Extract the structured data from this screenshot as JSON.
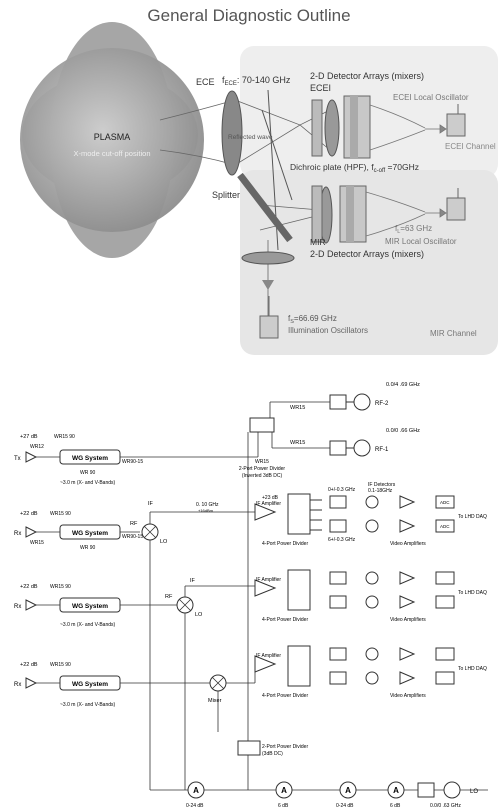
{
  "title": "General Diagnostic Outline",
  "top": {
    "plasma": "PLASMA",
    "xmode": "X-mode cut-off position",
    "ece": "ECE",
    "fece": "f",
    "fece_sub": "ECE",
    "fece_range": ": 70-140 GHz",
    "det1": "2-D Detector Arrays (mixers)",
    "ecei": "ECEI",
    "ecei_lo": "ECEI Local Oscillator",
    "ecei_channel": "ECEI Channel",
    "reflected": "Reflected wave",
    "dichroic": "Dichroic plate (HPF), f",
    "dichroic_sub": "c-off",
    "dichroic_val": " =70GHz",
    "splitter": "Splitter",
    "fl": "f",
    "fl_sub": "L",
    "fl_val": "=63 GHz",
    "mir_lo": "MIR Local Oscillator",
    "mir": "MIR",
    "det2": "2-D Detector Arrays (mixers)",
    "fs": "f",
    "fs_sub": "S",
    "fs_val": "=66.69 GHz",
    "illum": "Illumination Oscillators",
    "mir_channel": "MIR Channel"
  },
  "bottom": {
    "rf2_freq": "0.0/4 .69 GHz",
    "rf2": "RF-2",
    "rf1_freq": "0.0/0 .66 GHz",
    "rf1": "RF-1",
    "wr15a": "WR15",
    "wr15b": "WR15",
    "pd_top_1": "2-Port Power Divider",
    "pd_top_2": "(Inverted 3dB DC)",
    "wr15c": "WR15",
    "row1_gain": "+27 dB",
    "row1_wg1": "WR15 90",
    "row1_wg2": "WR12",
    "tx": "Tx",
    "wg_system": "WG System",
    "wr_60_a": "WR 90",
    "wr90_15_a": "WR90-15",
    "dist_a": "~3.0 m (X- and V-Bands)",
    "row2_gain": "+22 dB",
    "row2_wg": "WR15 90",
    "rx": "Rx",
    "wr15_r2": "WR15",
    "wr_60_b": "WR 90",
    "wr90_15_b": "WR90-15",
    "rf_label": "RF",
    "lo_label": "LO",
    "if_label": "IF",
    "if_range_1": "0. 10 GHz",
    "if_range_1b": "+16dBm",
    "if_amp": "IF Amplifier",
    "if_amp_gain": "+23 dB",
    "pd4": "4-Port Power Divider",
    "filt_1": "0+/-0.3 GHz",
    "filt_2": "6+/-0.3 GHz",
    "if_det": "IF Detectors",
    "if_det_range": "0.1-18GHz",
    "video_amp": "Video Amplifiers",
    "adc": "ADC",
    "to_daq": "To LHD DAQ",
    "row3_gain": "+22 dB",
    "row3_wg": "WR15 90",
    "dist_b": "~3.0 m (X- and V-Bands)",
    "row4_gain": "+22 dB",
    "row4_wg": "WR15 90",
    "dist_c": "~3.0 m (X- and V-Bands)",
    "mixer": "Mixer",
    "pd_bot_1": "2-Port Power Divider",
    "pd_bot_2": "(3dB DC)",
    "att1": "0-24 dB",
    "att2": "6 dB",
    "att3": "0-24 dB",
    "att4": "6 dB",
    "lo_freq": "0.0/0 .63 GHz",
    "lo_src": "LO"
  }
}
